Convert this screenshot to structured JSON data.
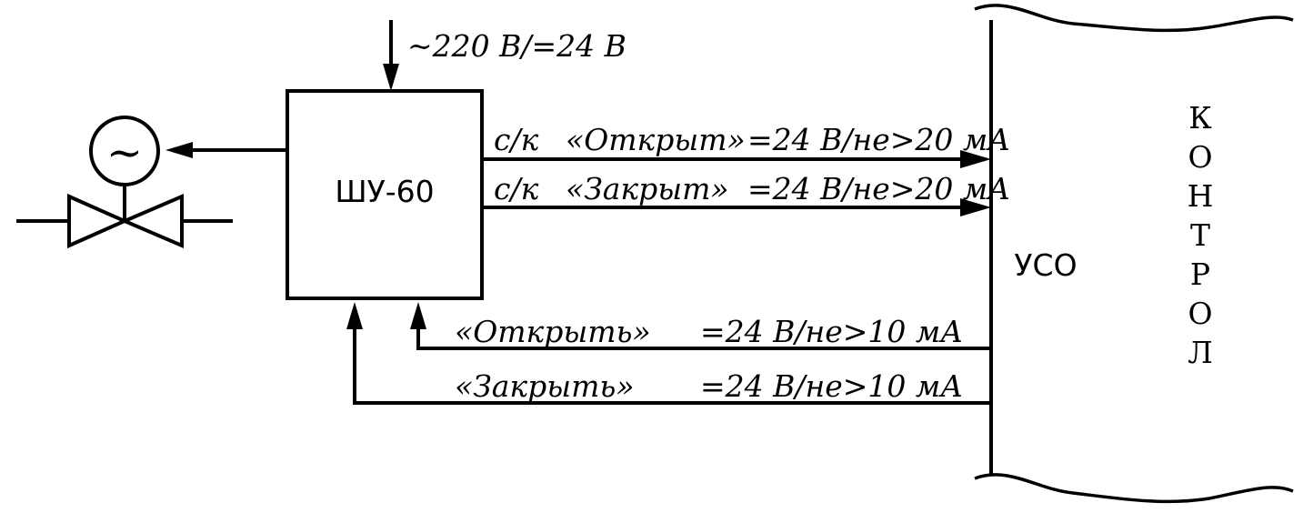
{
  "power_label": "~220 В/=24 В",
  "controller_label": "ШУ-60",
  "motor_symbol": "~",
  "signals_out": [
    {
      "prefix": "с/к",
      "name": "«Открыт»",
      "rating": "=24 В/не>20 мА"
    },
    {
      "prefix": "с/к",
      "name": "«Закрыт»",
      "rating": "=24 В/не>20 мА"
    }
  ],
  "signals_in": [
    {
      "name": "«Открыть»",
      "rating": "=24 В/не>10 мА"
    },
    {
      "name": "«Закрыть»",
      "rating": "=24 В/не>10 мА"
    }
  ],
  "uso_label": "УСО",
  "controller_vertical_letters": [
    "К",
    "О",
    "Н",
    "Т",
    "Р",
    "О",
    "Л"
  ]
}
